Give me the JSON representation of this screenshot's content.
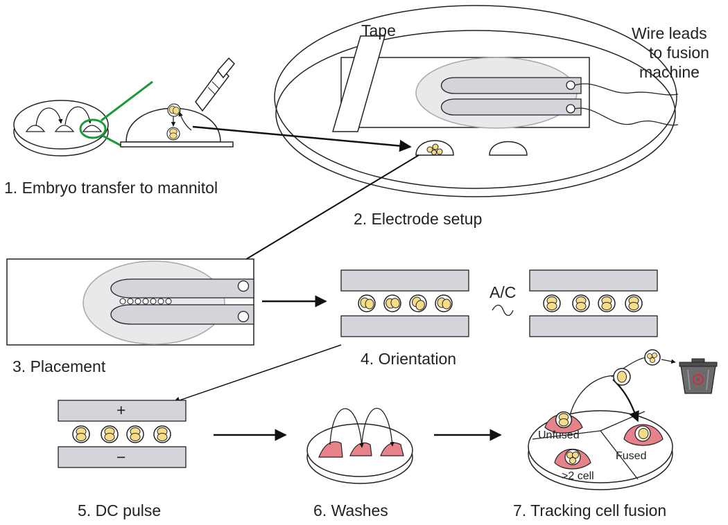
{
  "labels": {
    "tape": "Tape",
    "wire_leads_line1": "Wire leads",
    "wire_leads_line2": "to fusion",
    "wire_leads_line3": "machine",
    "ac": "A/C",
    "plus": "+",
    "minus": "−",
    "unfused": "Unfused",
    "fused": "Fused",
    "more_than_two": ">2 cell"
  },
  "steps": {
    "step1": "1. Embryo transfer to mannitol",
    "step2": "2.  Electrode setup",
    "step3": "3. Placement",
    "step4": "4. Orientation",
    "step5": "5. DC pulse",
    "step6": "6. Washes",
    "step7": "7. Tracking cell fusion"
  },
  "colors": {
    "electrode_gray": "#d3d5da",
    "embryo_yellow": "#f6dc86",
    "droplet_pink": "#e8828a",
    "transfer_green": "#1a9a3a",
    "outline": "#222222"
  }
}
